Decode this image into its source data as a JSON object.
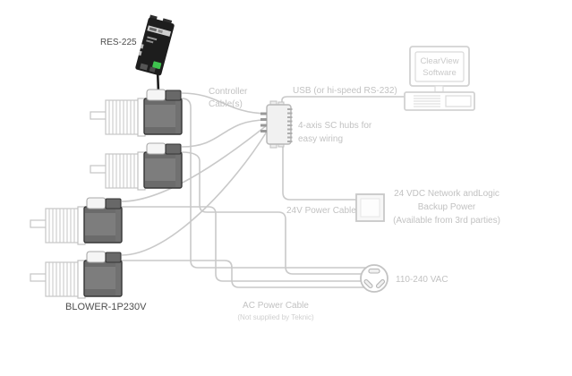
{
  "colors": {
    "cable": "#c9c9c9",
    "label_light": "#c2c2c2",
    "label_dark": "#4d4d4d",
    "motor_body": "#7d7d7d",
    "device_black": "#1d1d1d",
    "led_green": "#3ec24e",
    "outline_light": "#d2d2d2"
  },
  "controller": {
    "label": "RES-225"
  },
  "cables": {
    "controller_line1": "Controller",
    "controller_line2": "Cable(s)",
    "usb": "USB (or hi-speed RS-232)",
    "power_24v": "24V Power Cable",
    "ac_line1": "AC Power Cable",
    "ac_line2": "(Not supplied by Teknic)"
  },
  "hub": {
    "caption_line1": "4-axis SC hubs for",
    "caption_line2": "easy wiring"
  },
  "computer": {
    "screen_line1": "ClearView",
    "screen_line2": "Software"
  },
  "power": {
    "vdc_line1": "24 VDC Network andLogic",
    "vdc_line2": "Backup Power",
    "vdc_line3": "(Available from 3rd parties)",
    "vac": "110-240 VAC"
  },
  "motors": {
    "blower_label": "BLOWER-1P230V"
  }
}
